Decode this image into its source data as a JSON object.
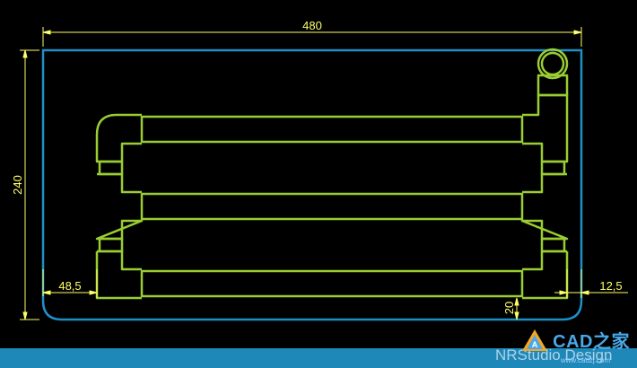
{
  "dimensions": {
    "overall_width": "480",
    "overall_height": "240",
    "left_offset": "48,5",
    "right_offset": "12,5",
    "bottom_offset": "20"
  },
  "colors": {
    "background": "#000000",
    "outline": "#1e90c8",
    "pipe": "#9acd32",
    "dimension": "#ffff66",
    "footer": "#1e88b8"
  },
  "watermark": {
    "logo": "CAD之家",
    "url": "www.cadzj.com",
    "studio": "NRStudio Design"
  }
}
